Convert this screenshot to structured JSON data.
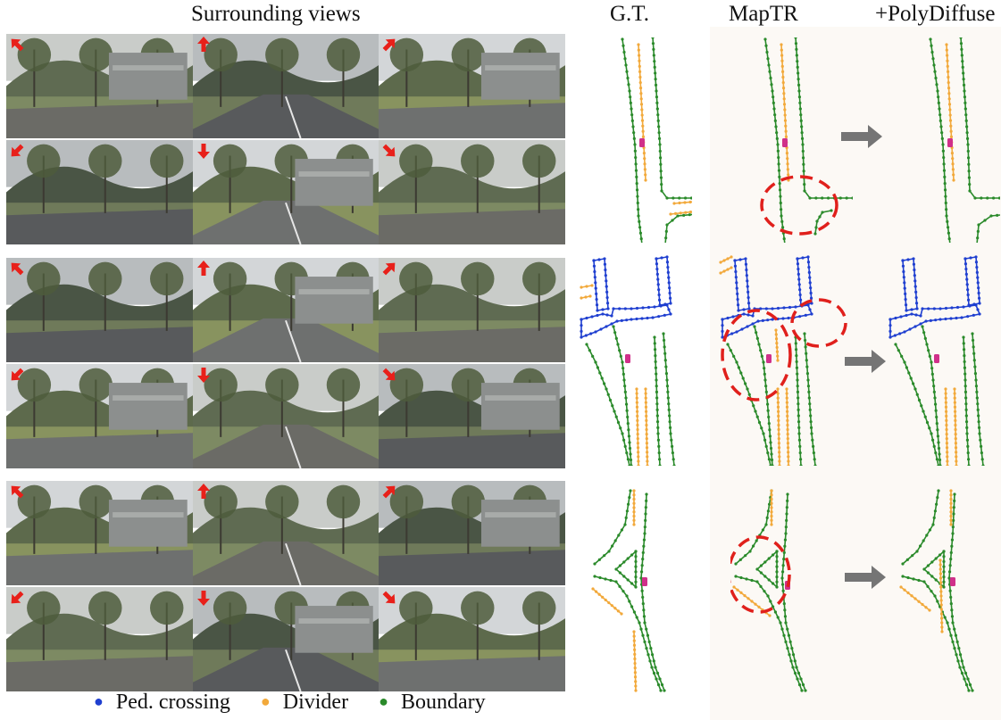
{
  "headers": {
    "surrounding": "Surrounding views",
    "gt": "G.T.",
    "maptr": "MapTR",
    "polydiffuse": "+PolyDiffuse"
  },
  "legend": {
    "ped": "Ped. crossing",
    "divider": "Divider",
    "boundary": "Boundary"
  },
  "colors": {
    "ped": "#1f3fd0",
    "divider": "#f2a93b",
    "boundary": "#2a8a2a",
    "highlight": "#e0201c",
    "ego": "#d0308a",
    "arrow": "#757575"
  },
  "icons": [
    "camera-direction-arrow-icon",
    "right-arrow-icon",
    "ego-vehicle-icon"
  ]
}
